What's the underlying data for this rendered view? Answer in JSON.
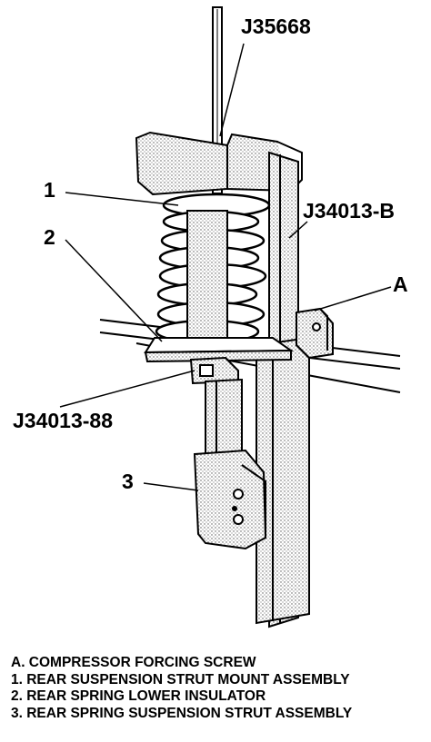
{
  "callouts": {
    "tool_forcing_screw": "J35668",
    "item_1": "1",
    "tool_frame": "J34013-B",
    "item_2": "2",
    "item_a": "A",
    "tool_adapter": "J34013-88",
    "item_3": "3"
  },
  "legend": [
    "A. COMPRESSOR FORCING SCREW",
    "1. REAR SUSPENSION STRUT MOUNT ASSEMBLY",
    "2. REAR SPRING LOWER INSULATOR",
    "3. REAR SPRING SUSPENSION STRUT ASSEMBLY"
  ]
}
